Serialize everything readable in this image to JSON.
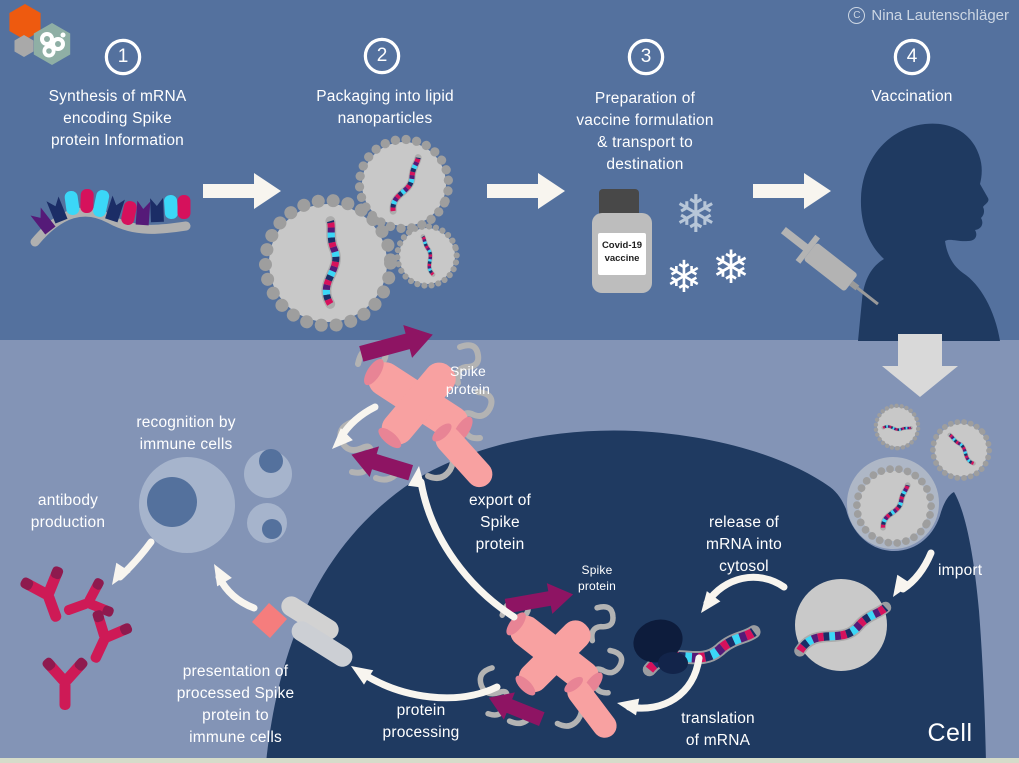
{
  "copyright": {
    "symbol": "C",
    "name": "Nina Lautenschläger"
  },
  "steps": [
    {
      "number": "1",
      "label": "Synthesis of mRNA\nencoding Spike\nprotein Information"
    },
    {
      "number": "2",
      "label": "Packaging into lipid\nnanoparticles"
    },
    {
      "number": "3",
      "label": "Preparation of\nvaccine formulation\n& transport to\ndestination"
    },
    {
      "number": "4",
      "label": "Vaccination"
    }
  ],
  "top_section": {
    "vial_label": "Covid-19\nvaccine"
  },
  "bottom_section": {
    "spike_protein_outer": "Spike\nprotein",
    "recognition": "recognition by\nimmune cells",
    "antibody_production": "antibody\nproduction",
    "export": "export of\nSpike\nprotein",
    "release": "release of\nmRNA into\ncytosol",
    "import": "import",
    "spike_protein_inner": "Spike\nprotein",
    "presentation": "presentation of\nprocessed Spike\nprotein to\nimmune cells",
    "protein_processing": "protein\nprocessing",
    "translation": "translation\nof mRNA",
    "cell_label": "Cell"
  },
  "icons": {
    "snowflake": "❄"
  },
  "colors": {
    "top_bg": "#54719e",
    "bottom_bg": "#8394b6",
    "cell_navy": "#1f3a61",
    "arrow_white": "#f8f5ef",
    "mrna_cyan": "#3bd7f7",
    "mrna_navy": "#1b2d66",
    "mrna_purple": "#551a78",
    "mrna_crimson": "#d6115c",
    "spike_pink": "#f8a1a1",
    "spike_magenta": "#8e1463",
    "antibody_red": "#ce1a56",
    "particle_gray": "#c8c8c8",
    "logo_orange": "#ee5a0f",
    "logo_teal": "#8fafa5"
  }
}
